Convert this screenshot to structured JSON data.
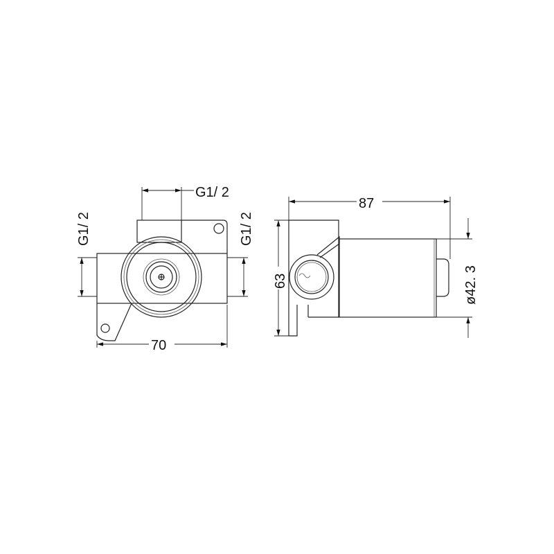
{
  "front_view": {
    "top_port_label": "G1/ 2",
    "left_port_label": "G1/ 2",
    "right_port_label": "G1/ 2",
    "width_dimension": "70"
  },
  "side_view": {
    "depth_dimension": "87",
    "height_dimension": "63",
    "diameter_dimension": "ø42. 3"
  },
  "colors": {
    "line": "#222222",
    "background": "#ffffff"
  }
}
